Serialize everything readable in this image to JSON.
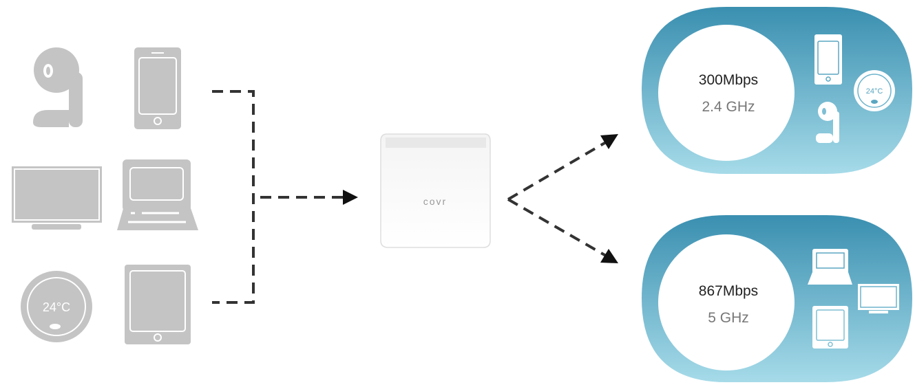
{
  "colors": {
    "device_gray": "#c4c4c4",
    "line": "#333333",
    "pill_top": "#3a8fb0",
    "pill_bottom": "#a6dbe9"
  },
  "router": {
    "brand": "covr"
  },
  "thermostat_left": "24°C",
  "bands": [
    {
      "speed": "300Mbps",
      "frequency": "2.4 GHz",
      "thermostat": "24°C"
    },
    {
      "speed": "867Mbps",
      "frequency": "5 GHz"
    }
  ]
}
